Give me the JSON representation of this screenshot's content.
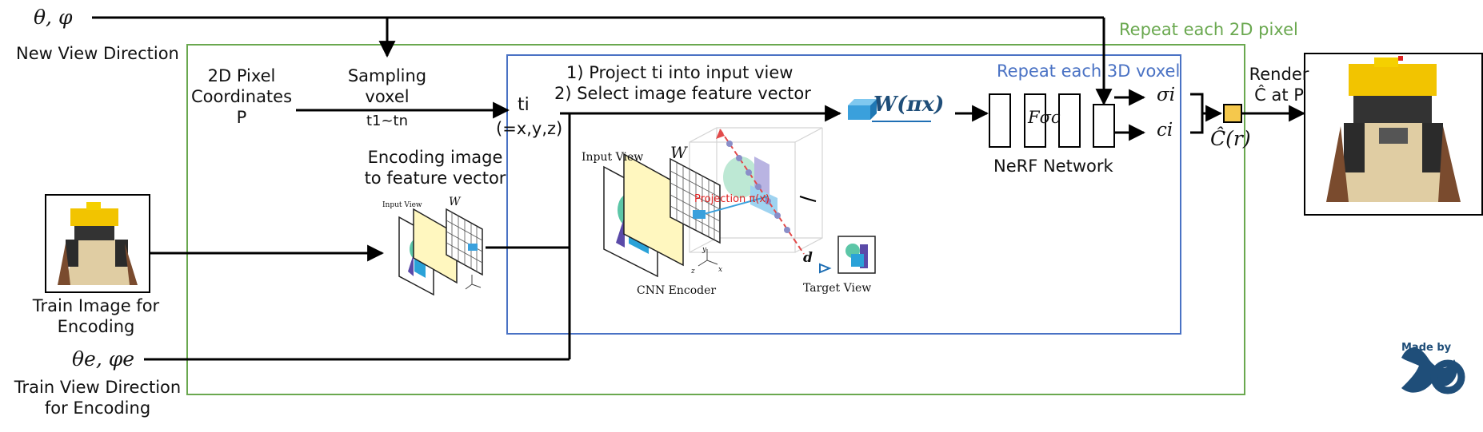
{
  "inputs": {
    "new_view_symbol": "θ, φ",
    "new_view_label": "New View Direction",
    "train_image_label_line1": "Train Image for",
    "train_image_label_line2": "Encoding",
    "train_view_symbol": "θe, φe",
    "train_view_label_line1": "Train View Direction",
    "train_view_label_line2": "for Encoding"
  },
  "outer_box": {
    "label": "Repeat each 2D pixel",
    "color": "#6aa84f"
  },
  "inner_box": {
    "label": "Repeat each 3D voxel",
    "color": "#4a72c4"
  },
  "pixel_coords": {
    "line1": "2D Pixel",
    "line2": "Coordinates",
    "line3": "P"
  },
  "sampling": {
    "line1": "Sampling",
    "line2": "voxel",
    "line3": "t1~tn"
  },
  "encoding": {
    "line1": "Encoding image",
    "line2": "to feature vector"
  },
  "ti": {
    "symbol": "ti",
    "coords": "(=x,y,z)"
  },
  "steps": {
    "step1": "1) Project ti into input view",
    "step2": "2) Select image feature vector"
  },
  "feature": {
    "formula": "W(πx)"
  },
  "figure": {
    "input_view": "Input View",
    "w_symbol": "W",
    "projection": "Projection π(x)",
    "cnn_encoder": "CNN Encoder",
    "d_symbol": "d",
    "target_view": "Target View",
    "axis_x": "x",
    "axis_y": "y",
    "axis_z": "z"
  },
  "mini_figure": {
    "input_view": "Input View",
    "w_symbol": "W"
  },
  "nerf": {
    "label": "NeRF Network",
    "f_symbol": "Fσc"
  },
  "outputs": {
    "sigma": "σi",
    "c": "ci",
    "c_hat": "Ĉ(r)"
  },
  "render": {
    "line1": "Render",
    "line2": "Ĉ at P"
  },
  "logo": {
    "made_by": "Made by",
    "mark": "XO"
  },
  "colors": {
    "logo": "#1f4e79",
    "output_square": "#f5c84c",
    "feature_cube": "#3aa0dc"
  }
}
